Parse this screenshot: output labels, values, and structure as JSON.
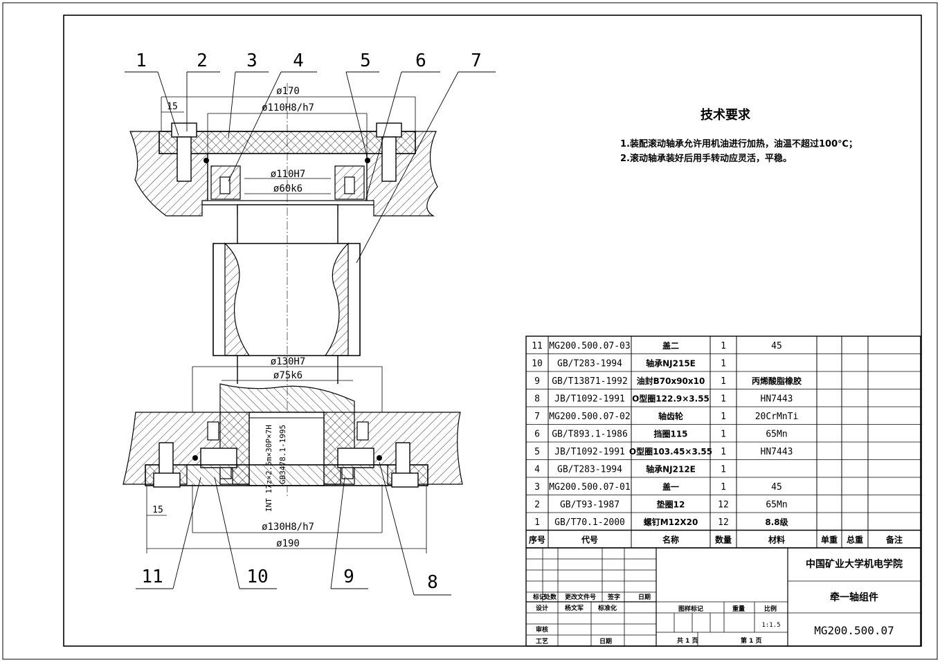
{
  "drawing": {
    "balloons": [
      "1",
      "2",
      "3",
      "4",
      "5",
      "6",
      "7",
      "8",
      "9",
      "10",
      "11"
    ],
    "dimensions": {
      "d170": "ø170",
      "d110h8h7": "ø110H8/h7",
      "d110h7": "ø110H7",
      "d60k6": "ø60k6",
      "d130h7": "ø130H7",
      "d75k6": "ø75k6",
      "d130h8h7": "ø130H8/h7",
      "d190": "ø190",
      "w15_top": "15",
      "w15_bottom": "15",
      "spline_note": "INT 17z×2.5m×30P×7H",
      "spline_std": "GB3478.1-1995"
    }
  },
  "tech_requirements": {
    "title": "技术要求",
    "items": [
      "1.装配滚动轴承允许用机油进行加热，油温不超过100℃；",
      "2.滚动轴承装好后用手转动应灵活，平稳。"
    ]
  },
  "parts_list": {
    "rows": [
      {
        "no": "11",
        "code": "MG200.500.07-03",
        "name": "盖二",
        "qty": "1",
        "material": "45"
      },
      {
        "no": "10",
        "code": "GB/T283-1994",
        "name": "轴承NJ215E",
        "qty": "1",
        "material": ""
      },
      {
        "no": "9",
        "code": "GB/T13871-1992",
        "name": "油封B70x90x10",
        "qty": "1",
        "material": "丙烯酸脂橡胶"
      },
      {
        "no": "8",
        "code": "JB/T1092-1991",
        "name": "O型圈122.9×3.55",
        "qty": "1",
        "material": "HN7443"
      },
      {
        "no": "7",
        "code": "MG200.500.07-02",
        "name": "轴齿轮",
        "qty": "1",
        "material": "20CrMnTi"
      },
      {
        "no": "6",
        "code": "GB/T893.1-1986",
        "name": "挡圈115",
        "qty": "1",
        "material": "65Mn"
      },
      {
        "no": "5",
        "code": "JB/T1092-1991",
        "name": "O型圈103.45×3.55",
        "qty": "1",
        "material": "HN7443"
      },
      {
        "no": "4",
        "code": "GB/T283-1994",
        "name": "轴承NJ212E",
        "qty": "1",
        "material": ""
      },
      {
        "no": "3",
        "code": "MG200.500.07-01",
        "name": "盖一",
        "qty": "1",
        "material": "45"
      },
      {
        "no": "2",
        "code": "GB/T93-1987",
        "name": "垫圈12",
        "qty": "12",
        "material": "65Mn"
      },
      {
        "no": "1",
        "code": "GB/T70.1-2000",
        "name": "螺钉M12X20",
        "qty": "12",
        "material": "8.8级"
      }
    ],
    "header": {
      "no": "序号",
      "code": "代号",
      "name": "名称",
      "qty": "数量",
      "material": "材料",
      "unit_wt": "单重",
      "total_wt": "总重",
      "remark": "备注"
    }
  },
  "title_block": {
    "school": "中国矿业大学机电学院",
    "drawing_name": "牵一轴组件",
    "drawing_no": "MG200.500.07",
    "rev_labels": [
      "标记",
      "处数",
      "更改文件号",
      "签字",
      "日期"
    ],
    "design_label": "设计",
    "designer": "杨文军",
    "std_label": "标准化",
    "check_label": "审核",
    "process_label": "工艺",
    "date_label": "日期",
    "stage_label": "图样标记",
    "weight_label": "重量",
    "scale_label": "比例",
    "scale": "1:1.5",
    "total_sheets": "共  1  页",
    "sheet_no": "第  1  页"
  }
}
